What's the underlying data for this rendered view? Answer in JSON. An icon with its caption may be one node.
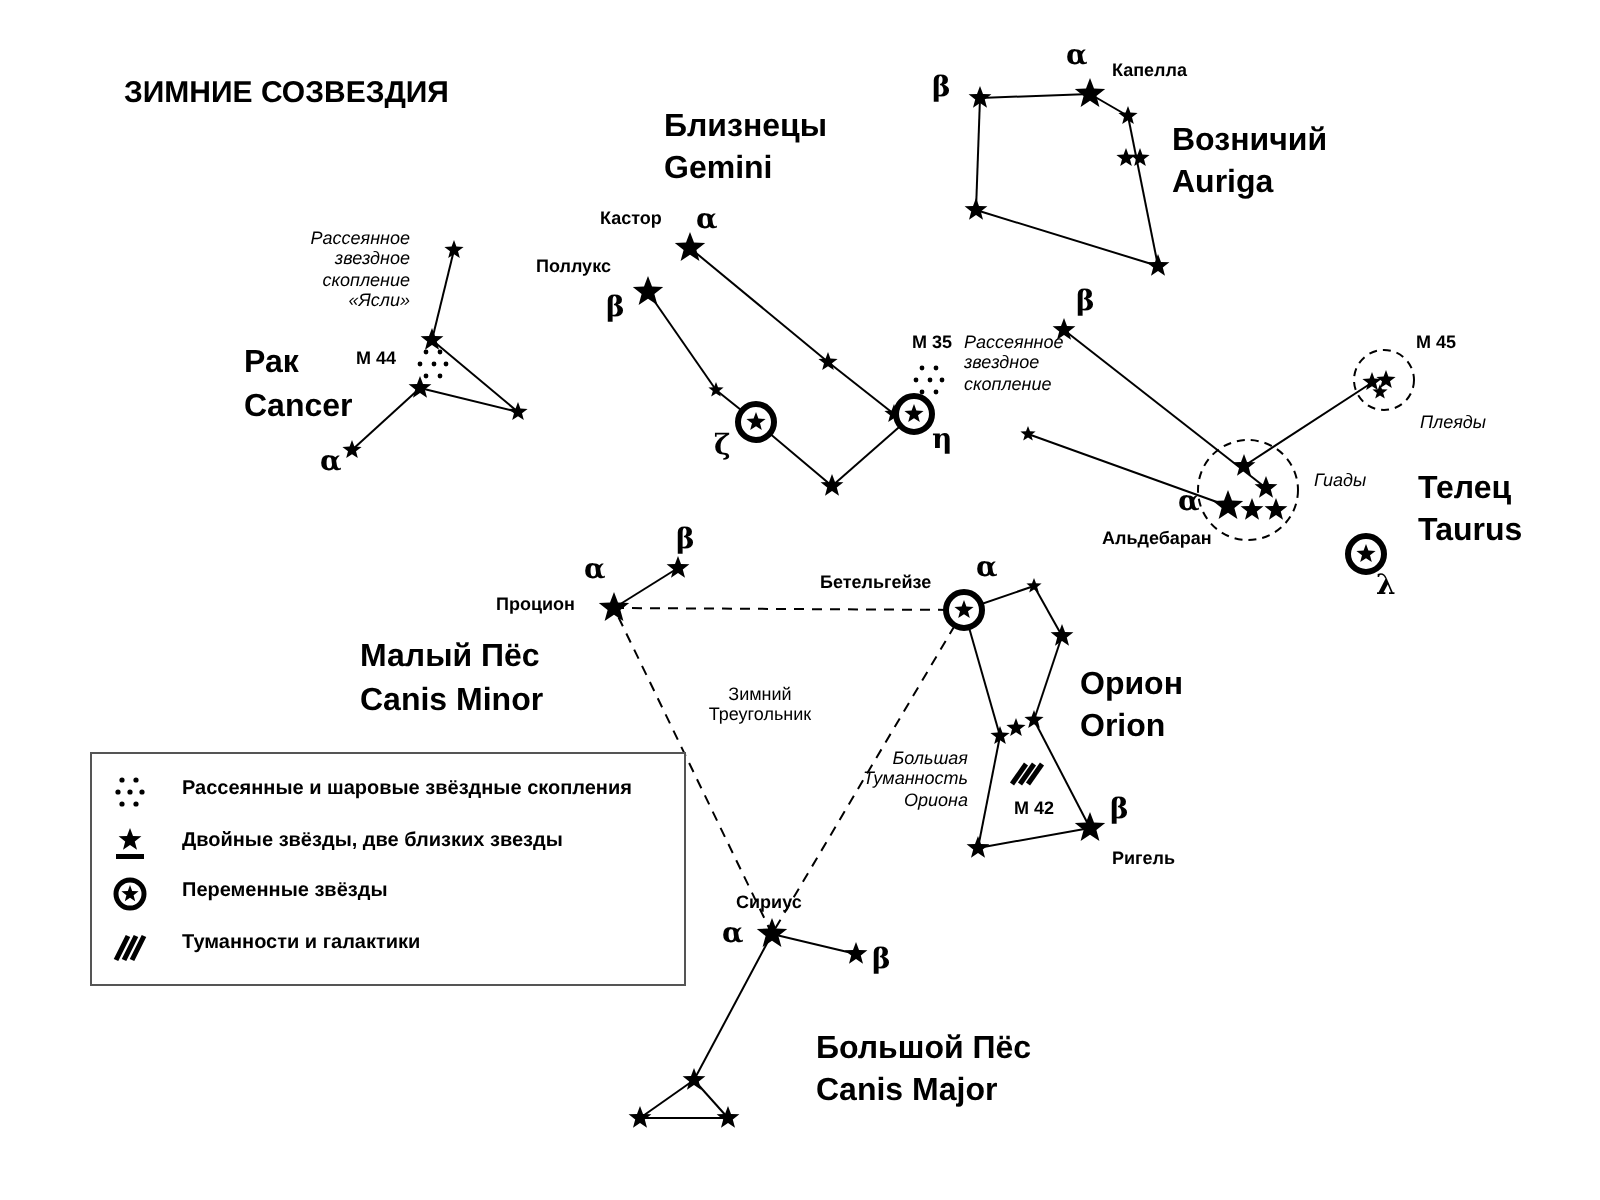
{
  "diagram": {
    "title": "ЗИМНИЕ СОЗВЕЗДИЯ",
    "labels": [
      "Близнецы",
      "Gemini",
      "α",
      "Капелла",
      "β",
      "Возничий",
      "Auriga",
      "Кастор",
      "α",
      "Рассеянное звездное скопление «Ясли»",
      "Поллукс",
      "β",
      "М 44",
      "Рак",
      "Cancer",
      "β",
      "М 35",
      "Рассеянное звездное скопление",
      "М 45",
      "Плеяды",
      "ζ",
      "η",
      "α",
      "Гиады",
      "Телец",
      "Taurus",
      "α",
      "Альдебаран",
      "α",
      "β",
      "λ",
      "Процион",
      "Бетельгейзе",
      "α",
      "Малый Пёс",
      "Canis Minor",
      "Орион",
      "Orion",
      "Зимний Треугольник",
      "Большая Туманность Ориона",
      "М 42",
      "β",
      "Ригель",
      "Сириус",
      "α",
      "β",
      "Большой Пёс",
      "Canis Major"
    ],
    "legend": [
      {
        "text": "Рассеянные и шаровые звёздные скопления"
      },
      {
        "text": "Двойные звёзды, две близких звезды"
      },
      {
        "text": "Переменные звёзды"
      },
      {
        "text": "Туманности и галактики"
      }
    ]
  }
}
